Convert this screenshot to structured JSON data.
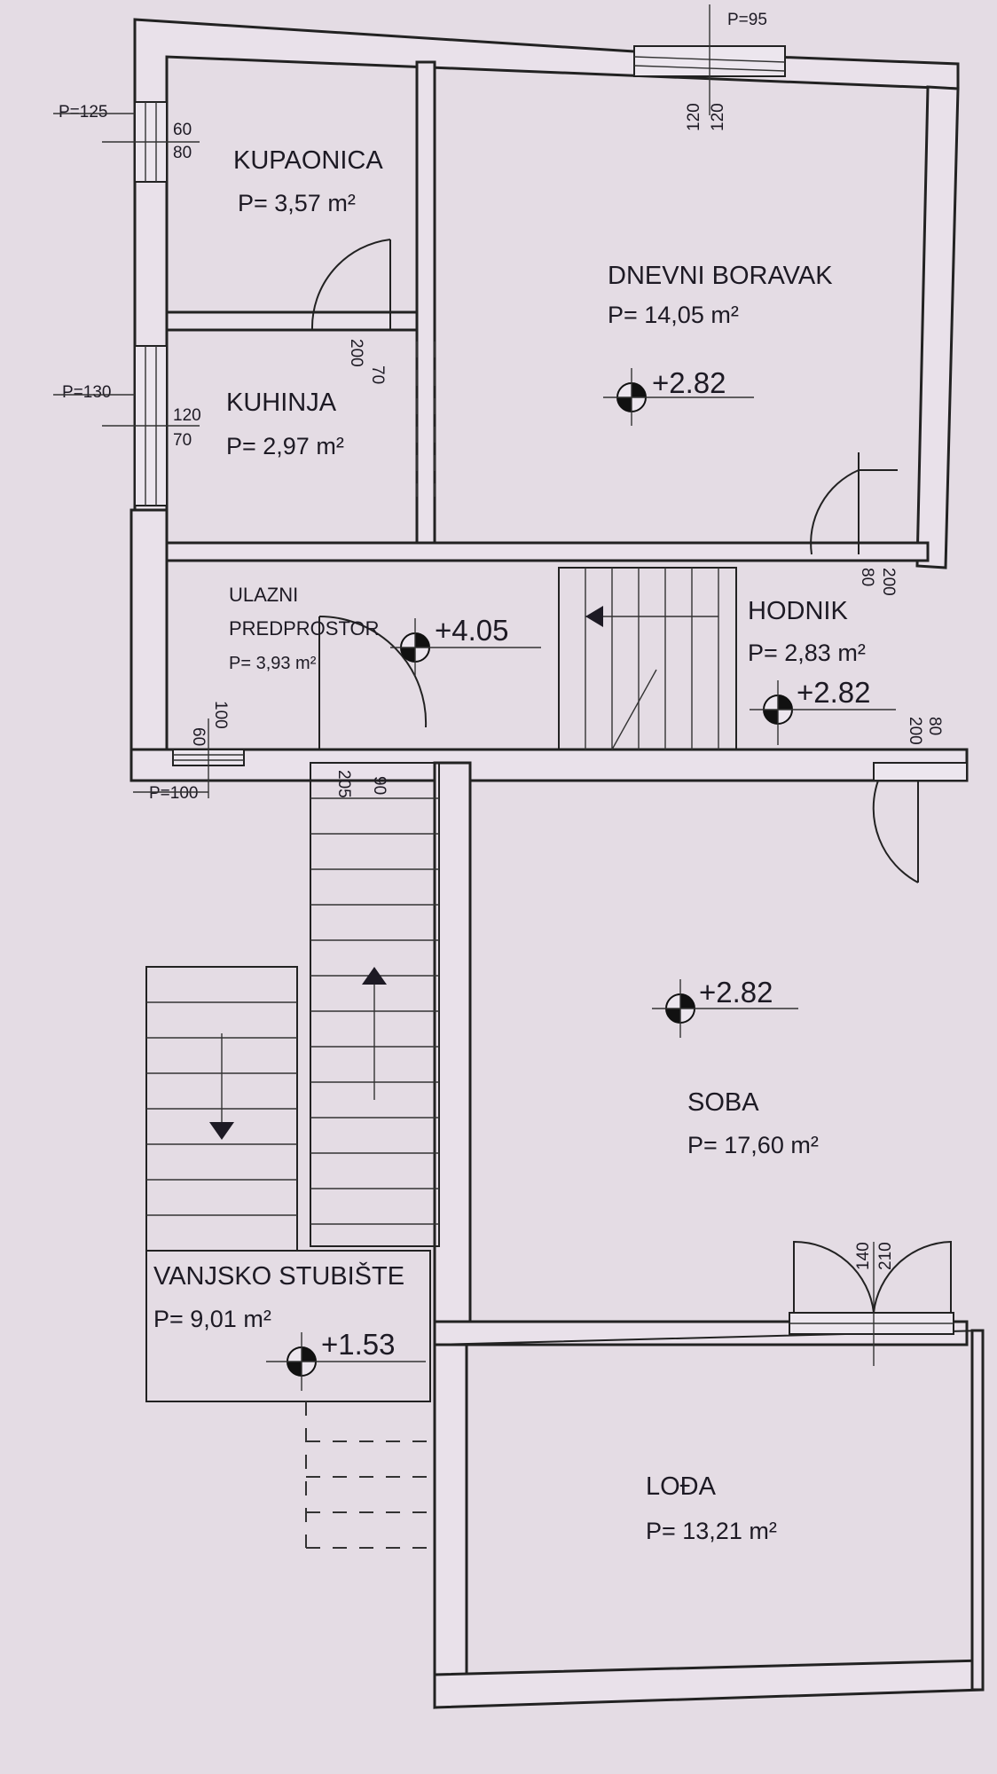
{
  "rooms": {
    "kupaonica": {
      "name": "KUPAONICA",
      "area": "P= 3,57 m²"
    },
    "dnevni_boravak": {
      "name": "DNEVNI BORAVAK",
      "area": "P= 14,05 m²"
    },
    "kuhinja": {
      "name": "KUHINJA",
      "area": "P= 2,97 m²"
    },
    "ulazni_predprostor": {
      "name_line1": "ULAZNI",
      "name_line2": "PREDPROSTOR",
      "area": "P= 3,93 m²"
    },
    "hodnik": {
      "name": "HODNIK",
      "area": "P= 2,83 m²"
    },
    "soba": {
      "name": "SOBA",
      "area": "P= 17,60 m²"
    },
    "vanjsko_stubiste": {
      "name": "VANJSKO STUBIŠTE",
      "area": "P= 9,01 m²"
    },
    "loda": {
      "name": "LOĐA",
      "area": "P= 13,21 m²"
    }
  },
  "levels": {
    "dnevni_boravak": "+2.82",
    "ulazni_predprostor": "+4.05",
    "hodnik": "+2.82",
    "soba": "+2.82",
    "vanjsko_stubiste": "+1.53"
  },
  "openings": {
    "p95": "P=95",
    "p125": "P=125",
    "p130": "P=130",
    "p100": "P=100",
    "dim_top_window": "120",
    "dim_top_window_2": "120",
    "dim_kup_window_top": "60",
    "dim_kup_window_bottom": "80",
    "dim_kuh_window_top": "120",
    "dim_kuh_window_bottom": "70",
    "dim_kup_door_w": "70",
    "dim_kup_door_h": "200",
    "dim_db_door_w": "80",
    "dim_db_door_h": "200",
    "dim_entry_window_w": "60",
    "dim_entry_window_h": "100",
    "dim_entry_door_w": "90",
    "dim_entry_door_h": "205",
    "dim_soba_door_w": "80",
    "dim_soba_door_h": "200",
    "dim_balcony_door_w": "140",
    "dim_balcony_door_h": "210"
  }
}
